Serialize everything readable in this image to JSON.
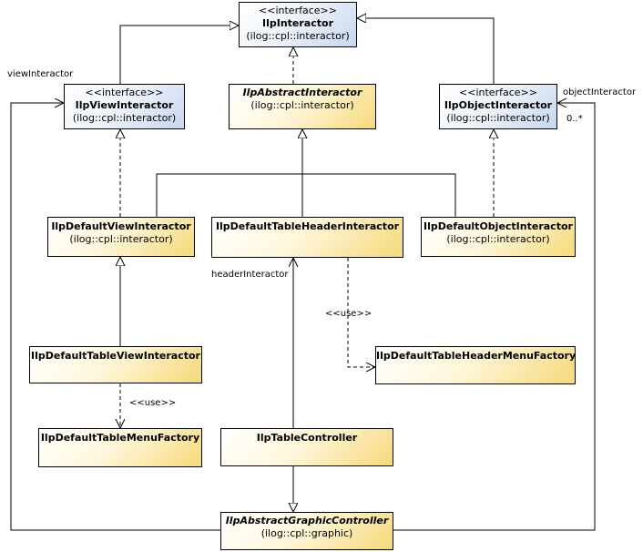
{
  "boxes": {
    "ilpInteractor": {
      "stereotype": "<<interface>>",
      "name": "IlpInteractor",
      "package": "(ilog::cpl::interactor)"
    },
    "ilpViewInteractor": {
      "stereotype": "<<interface>>",
      "name": "IlpViewInteractor",
      "package": "(ilog::cpl::interactor)"
    },
    "ilpAbstractInteractor": {
      "name": "IlpAbstractInteractor",
      "package": "(ilog::cpl::interactor)"
    },
    "ilpObjectInteractor": {
      "stereotype": "<<interface>>",
      "name": "IlpObjectInteractor",
      "package": "(ilog::cpl::interactor)"
    },
    "ilpDefaultViewInteractor": {
      "name": "IlpDefaultViewInteractor",
      "package": "(ilog::cpl::interactor)"
    },
    "ilpDefaultTableHeaderInteractor": {
      "name": "IlpDefaultTableHeaderInteractor"
    },
    "ilpDefaultObjectInteractor": {
      "name": "IlpDefaultObjectInteractor",
      "package": "(ilog::cpl::interactor)"
    },
    "ilpDefaultTableViewInteractor": {
      "name": "IlpDefaultTableViewInteractor"
    },
    "ilpDefaultTableHeaderMenuFactory": {
      "name": "IlpDefaultTableHeaderMenuFactory"
    },
    "ilpDefaultTableMenuFactory": {
      "name": "IlpDefaultTableMenuFactory"
    },
    "ilpTableController": {
      "name": "IlpTableController"
    },
    "ilpAbstractGraphicController": {
      "name": "IlpAbstractGraphicController",
      "package": "(ilog::cpl::graphic)"
    }
  },
  "labels": {
    "viewInteractor": "viewInteractor",
    "objectInteractor": "objectInteractor",
    "multiplicity": "0..*",
    "headerInteractor": "headerInteractor",
    "use1": "<<use>>",
    "use2": "<<use>>"
  }
}
